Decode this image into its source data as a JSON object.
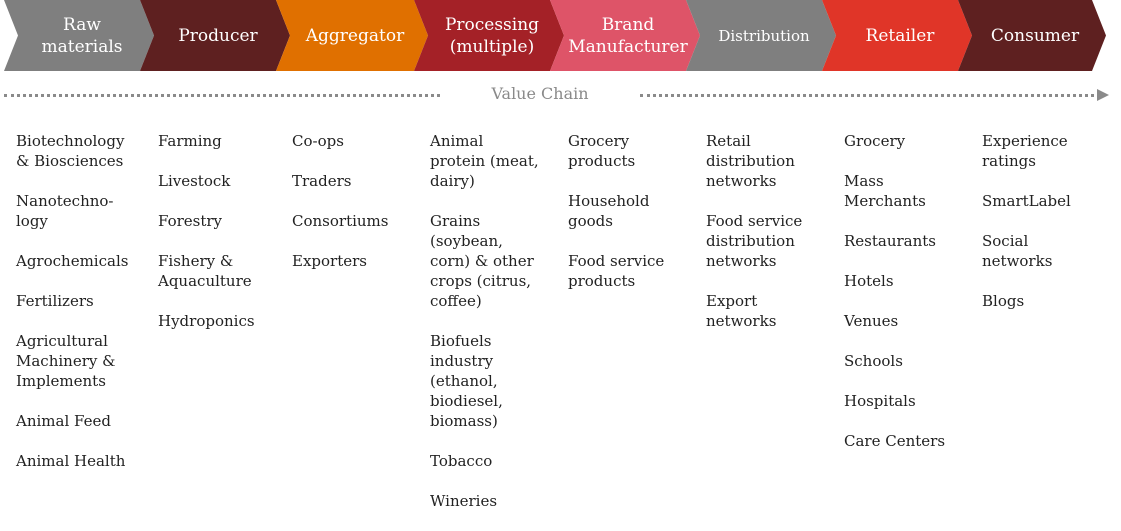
{
  "stages": [
    {
      "label": "Raw\nmaterials",
      "color": "#7f7f7f"
    },
    {
      "label": "Producer",
      "color": "#5e2020"
    },
    {
      "label": "Aggregator",
      "color": "#e07000"
    },
    {
      "label": "Processing\n(multiple)",
      "color": "#a42127"
    },
    {
      "label": "Brand\nManufacturer",
      "color": "#de5468"
    },
    {
      "label": "Distribution",
      "color": "#7f7f7f"
    },
    {
      "label": "Retailer",
      "color": "#e03528"
    },
    {
      "label": "Consumer",
      "color": "#5e2020"
    }
  ],
  "value_chain_label": "Value Chain",
  "columns": [
    [
      "Biotechnology\n& Biosciences",
      "Nanotechno-\nlogy",
      "Agrochemicals",
      "Fertilizers",
      "Agricultural\nMachinery &\nImplements",
      "Animal Feed",
      "Animal Health"
    ],
    [
      "Farming",
      "Livestock",
      "Forestry",
      "Fishery &\nAquaculture",
      "Hydroponics"
    ],
    [
      "Co-ops",
      "Traders",
      "Consortiums",
      "Exporters"
    ],
    [
      "Animal\nprotein (meat,\ndairy)",
      "Grains\n(soybean,\ncorn) & other\ncrops (citrus,\ncoffee)",
      "Biofuels\nindustry\n(ethanol,\nbiodiesel,\nbiomass)",
      "Tobacco",
      "Wineries"
    ],
    [
      "Grocery\nproducts",
      "Household\ngoods",
      "Food service\nproducts"
    ],
    [
      "Retail\ndistribution\nnetworks",
      "Food service\ndistribution\nnetworks",
      "Export\nnetworks"
    ],
    [
      "Grocery",
      "Mass\nMerchants",
      "Restaurants",
      "Hotels",
      "Venues",
      "Schools",
      "Hospitals",
      "Care Centers"
    ],
    [
      "Experience\nratings",
      "SmartLabel",
      "Social\nnetworks",
      "Blogs"
    ]
  ]
}
